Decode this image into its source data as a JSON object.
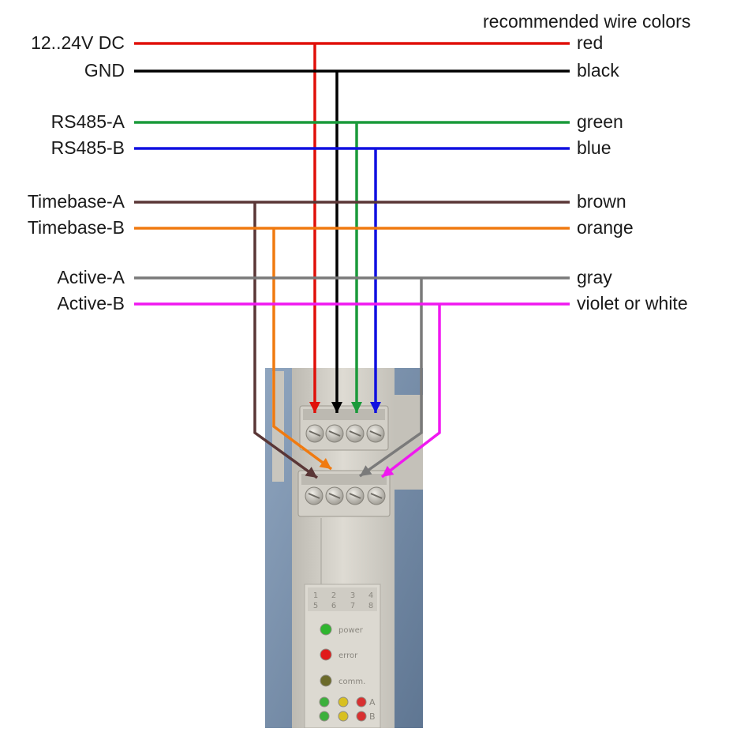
{
  "header": {
    "title": "recommended wire colors"
  },
  "wires": [
    {
      "signal": "12..24V DC",
      "color_name": "red",
      "color": "#e0100a"
    },
    {
      "signal": "GND",
      "color_name": "black",
      "color": "#000000"
    },
    {
      "signal": "RS485-A",
      "color_name": "green",
      "color": "#1a9a3a"
    },
    {
      "signal": "RS485-B",
      "color_name": "blue",
      "color": "#1010e0"
    },
    {
      "signal": "Timebase-A",
      "color_name": "brown",
      "color": "#5a3636"
    },
    {
      "signal": "Timebase-B",
      "color_name": "orange",
      "color": "#f07a10"
    },
    {
      "signal": "Active-A",
      "color_name": "gray",
      "color": "#7a7a7a"
    },
    {
      "signal": "Active-B",
      "color_name": "violet or white",
      "color": "#f018f0"
    }
  ],
  "device": {
    "terminal_numbers_top": [
      "1",
      "2",
      "3",
      "4"
    ],
    "terminal_numbers_bottom": [
      "5",
      "6",
      "7",
      "8"
    ],
    "leds": [
      {
        "label": "power",
        "color": "#2fb52f"
      },
      {
        "label": "error",
        "color": "#e01a1a"
      },
      {
        "label": "comm.",
        "color": "#6b6a2a"
      }
    ],
    "led_rows": [
      {
        "label": "A",
        "colors": [
          "#3cb03c",
          "#d8c020",
          "#d83030"
        ]
      },
      {
        "label": "B",
        "colors": [
          "#3cb03c",
          "#d8c020",
          "#d83030"
        ]
      }
    ]
  }
}
